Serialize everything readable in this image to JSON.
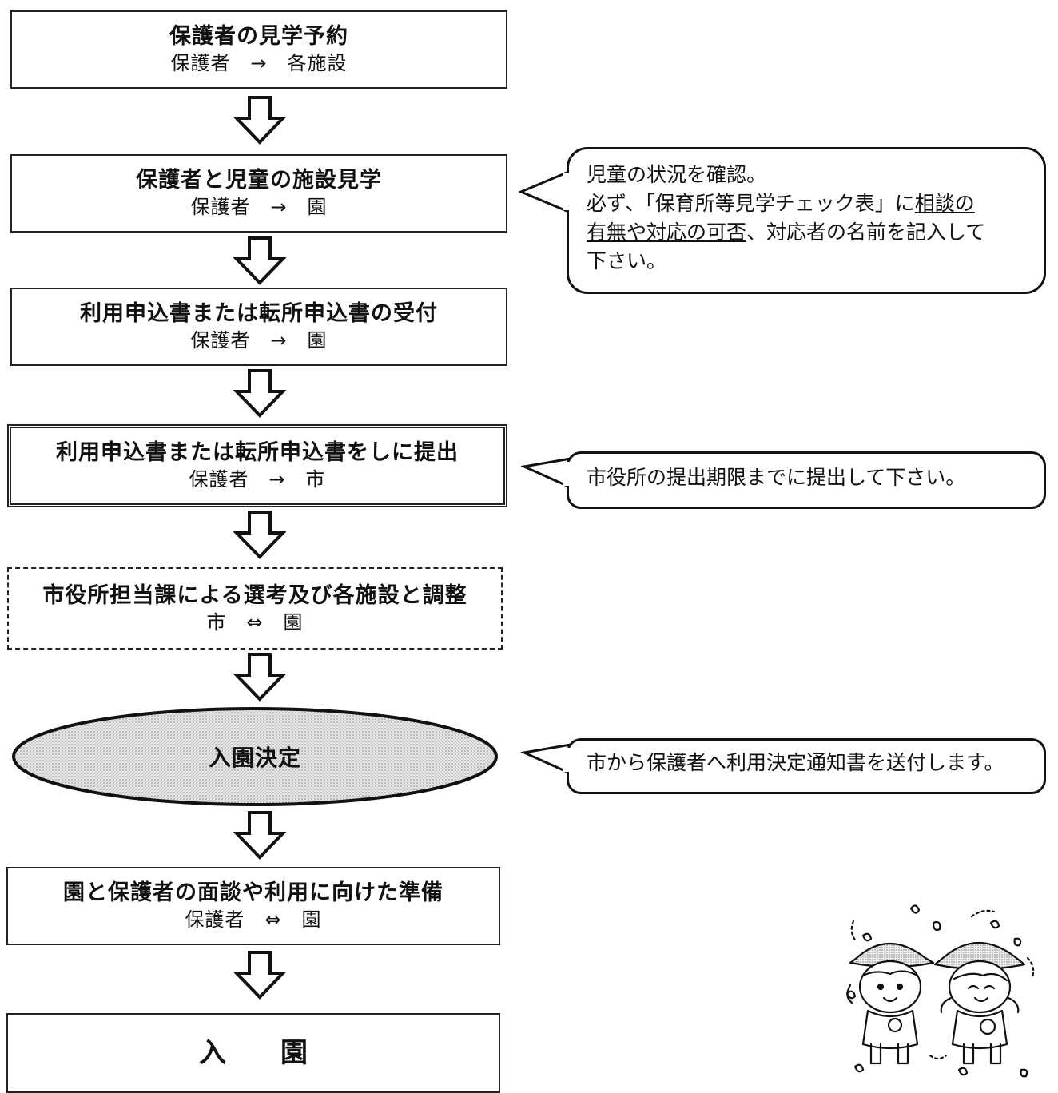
{
  "steps": [
    {
      "title": "保護者の見学予約",
      "sub": "保護者　→　各施設"
    },
    {
      "title": "保護者と児童の施設見学",
      "sub": "保護者　→　園"
    },
    {
      "title": "利用申込書または転所申込書の受付",
      "sub": "保護者　→　園"
    },
    {
      "title": "利用申込書または転所申込書をしに提出",
      "sub": "保護者　→　市"
    },
    {
      "title": "市役所担当課による選考及び各施設と調整",
      "sub": "市　⇔　園"
    },
    {
      "title": "入園決定",
      "sub": ""
    },
    {
      "title": "園と保護者の面談や利用に向けた準備",
      "sub": "保護者　⇔　園"
    },
    {
      "title": "入　　園",
      "sub": ""
    }
  ],
  "notes": {
    "visit": {
      "line1": "児童の状況を確認。",
      "line2_pre": "必ず、「保育所等見学チェック表」に",
      "line2_u": "相談の",
      "line3_u": "有無や対応の可否",
      "line3_post": "、対応者の名前を記入して",
      "line4": "下さい。"
    },
    "submit": "市役所の提出期限までに提出して下さい。",
    "decision": "市から保護者へ利用決定通知書を送付します。"
  },
  "colors": {
    "stroke": "#222222",
    "ellipse_fill": "#d9d9d9"
  },
  "icons": {
    "arrow": "down-arrow-icon",
    "illustration": "children-illustration"
  }
}
